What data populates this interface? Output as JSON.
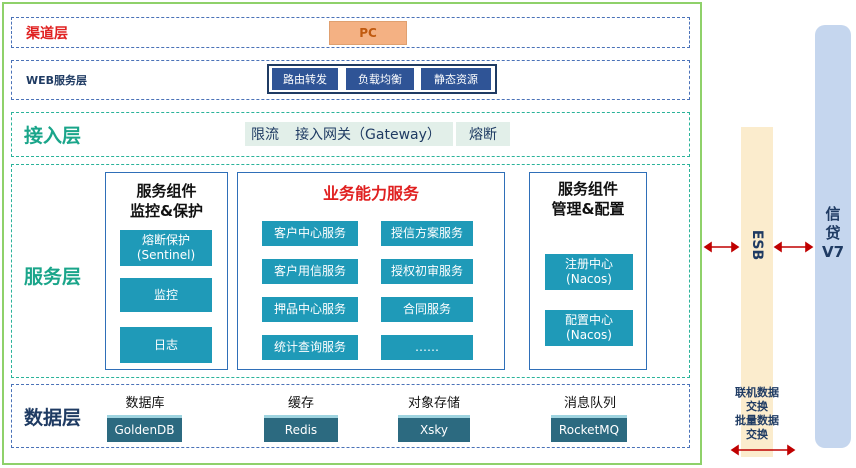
{
  "layers": {
    "channel": {
      "label": "渠道层",
      "pc": "PC"
    },
    "web": {
      "label": "WEB服务层",
      "items": [
        "路由转发",
        "负载均衡",
        "静态资源"
      ]
    },
    "access": {
      "label": "接入层",
      "items": [
        "限流",
        "接入网关（Gateway）",
        "熔断"
      ]
    },
    "service": {
      "label": "服务层",
      "monitor": {
        "title_line1": "服务组件",
        "title_line2": "监控&保护",
        "items": [
          "熔断保护\n(Sentinel)",
          "监控",
          "日志"
        ]
      },
      "business": {
        "title": "业务能力服务",
        "items": [
          "客户中心服务",
          "授信方案服务",
          "客户用信服务",
          "授权初审服务",
          "押品中心服务",
          "合同服务",
          "统计查询服务",
          "……"
        ]
      },
      "manage": {
        "title_line1": "服务组件",
        "title_line2": "管理&配置",
        "items": [
          "注册中心\n(Nacos)",
          "配置中心\n(Nacos)"
        ]
      }
    },
    "data": {
      "label": "数据层",
      "stores": [
        {
          "name": "数据库",
          "product": "GoldenDB"
        },
        {
          "name": "缓存",
          "product": "Redis"
        },
        {
          "name": "对象存储",
          "product": "Xsky"
        },
        {
          "name": "消息队列",
          "product": "RocketMQ"
        }
      ]
    }
  },
  "esb": {
    "label": "ESB",
    "note": [
      "联机数据",
      "交换",
      "批量数据",
      "交换"
    ]
  },
  "credit": {
    "label": [
      "信",
      "贷",
      "V7"
    ]
  },
  "colors": {
    "accent_blue": "#2f5496",
    "teal": "#1aa58a",
    "tile": "#1f9ab8",
    "red": "#e02020",
    "frame_green": "#8fd16a",
    "arrow_red": "#c00000"
  }
}
